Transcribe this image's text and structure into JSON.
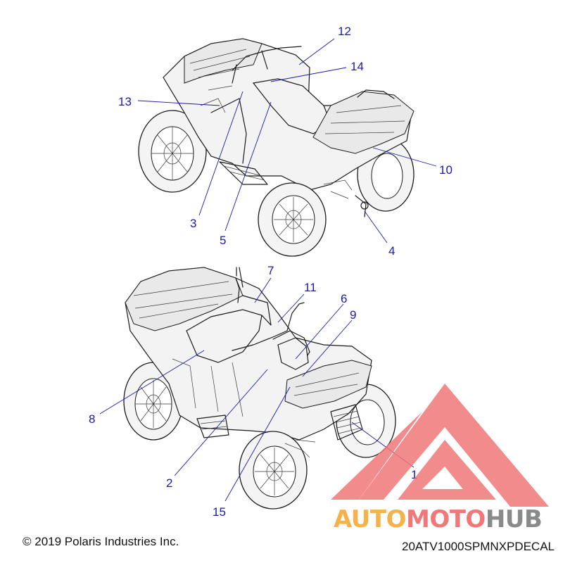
{
  "callouts": {
    "c1": "1",
    "c2": "2",
    "c3": "3",
    "c4": "4",
    "c5": "5",
    "c6": "6",
    "c7": "7",
    "c8": "8",
    "c9": "9",
    "c10": "10",
    "c11": "11",
    "c12": "12",
    "c13": "13",
    "c14": "14",
    "c15": "15"
  },
  "footer": {
    "copyright": "© 2019 Polaris Industries Inc.",
    "diagram_code": "20ATV1000SPMNXPDECAL"
  },
  "watermark": {
    "part1": "AUTO",
    "part2": "MOTO",
    "part3": "HUB"
  },
  "colors": {
    "callout": "#1a1aa8",
    "watermark_red": "#f07878",
    "watermark_yellow": "#f3b24a",
    "watermark_gray": "#8a8a8a"
  }
}
